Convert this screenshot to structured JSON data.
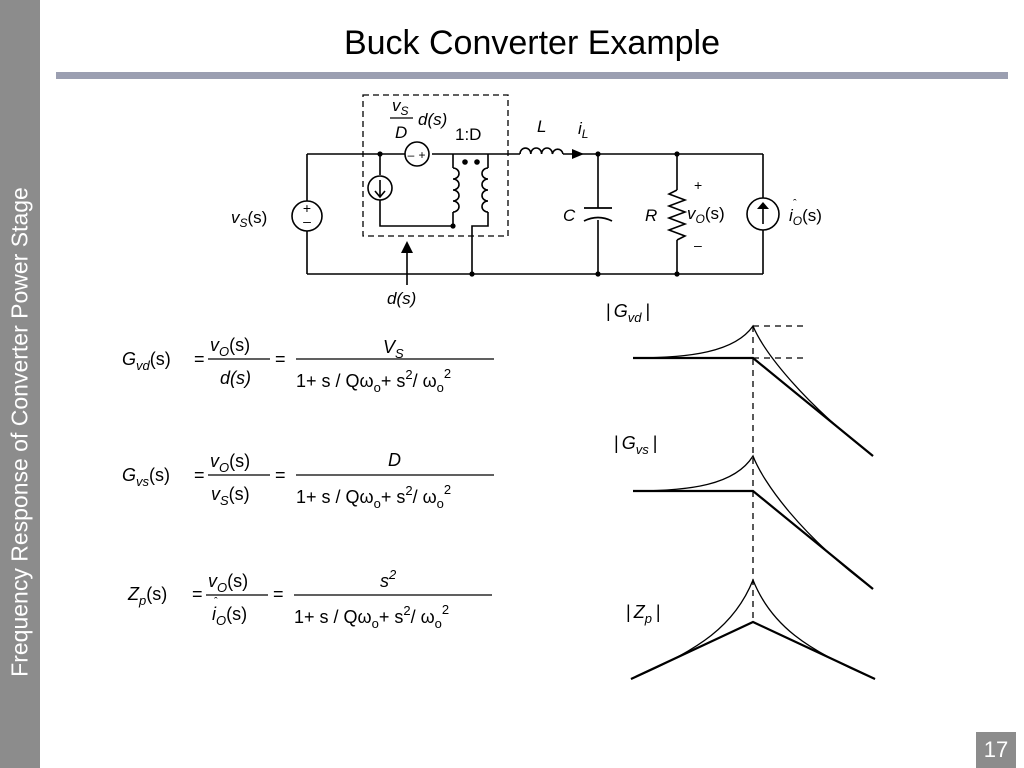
{
  "slide": {
    "title": "Buck Converter Example",
    "sidebar_text": "Frequency Response of Converter Power Stage",
    "page_number": "17"
  },
  "circuit": {
    "source_label": "v",
    "source_sub": "S",
    "source_arg": "(s)",
    "vs_over_d_num": "v",
    "vs_over_d_num_sub": "S",
    "vs_over_d_den": "D",
    "vs_over_d_ds": "d(s)",
    "transformer_ratio": "1:D",
    "inductor_label": "L",
    "current_label": "i",
    "current_sub": "L",
    "capacitor_label": "C",
    "resistor_label": "R",
    "output_label": "v",
    "output_sub": "O",
    "output_arg": "(s)",
    "plus_sign": "+",
    "minus_sign": "–",
    "load_source_label": "i",
    "load_source_sub": "O",
    "load_source_arg": "(s)",
    "duty_label": "d(s)"
  },
  "equations": [
    {
      "lhs": "G",
      "lhs_sub": "vd",
      "lhs_arg": "(s)",
      "num1": "v",
      "num1_sub": "O",
      "num1_arg": "(s)",
      "den1": "d(s)",
      "num2": "V",
      "num2_sub": "S",
      "den2": "1+ s / Qω"
    },
    {
      "lhs": "G",
      "lhs_sub": "vs",
      "lhs_arg": "(s)",
      "num1": "v",
      "num1_sub": "O",
      "num1_arg": "(s)",
      "den1": "v",
      "den1_sub": "S",
      "den1_arg": "(s)",
      "num2": "D",
      "den2": "1+ s / Qω"
    },
    {
      "lhs": "Z",
      "lhs_sub": "p",
      "lhs_arg": "(s)",
      "num1": "v",
      "num1_sub": "O",
      "num1_arg": "(s)",
      "den1": "i",
      "den1_sub": "O",
      "den1_arg": "(s)",
      "num2": "s",
      "num2_sup": "2",
      "den2": "1+ s / Qω"
    }
  ],
  "eq_common": {
    "eq": "=",
    "omega_sub": "o",
    "plus_s": "+ s",
    "sq": "2",
    "slash_omega": "/ ω"
  },
  "bode": [
    {
      "label": "G",
      "label_sub": "vd"
    },
    {
      "label": "G",
      "label_sub": "vs"
    },
    {
      "label": "Z",
      "label_sub": "p"
    }
  ],
  "bode_bars": "|"
}
